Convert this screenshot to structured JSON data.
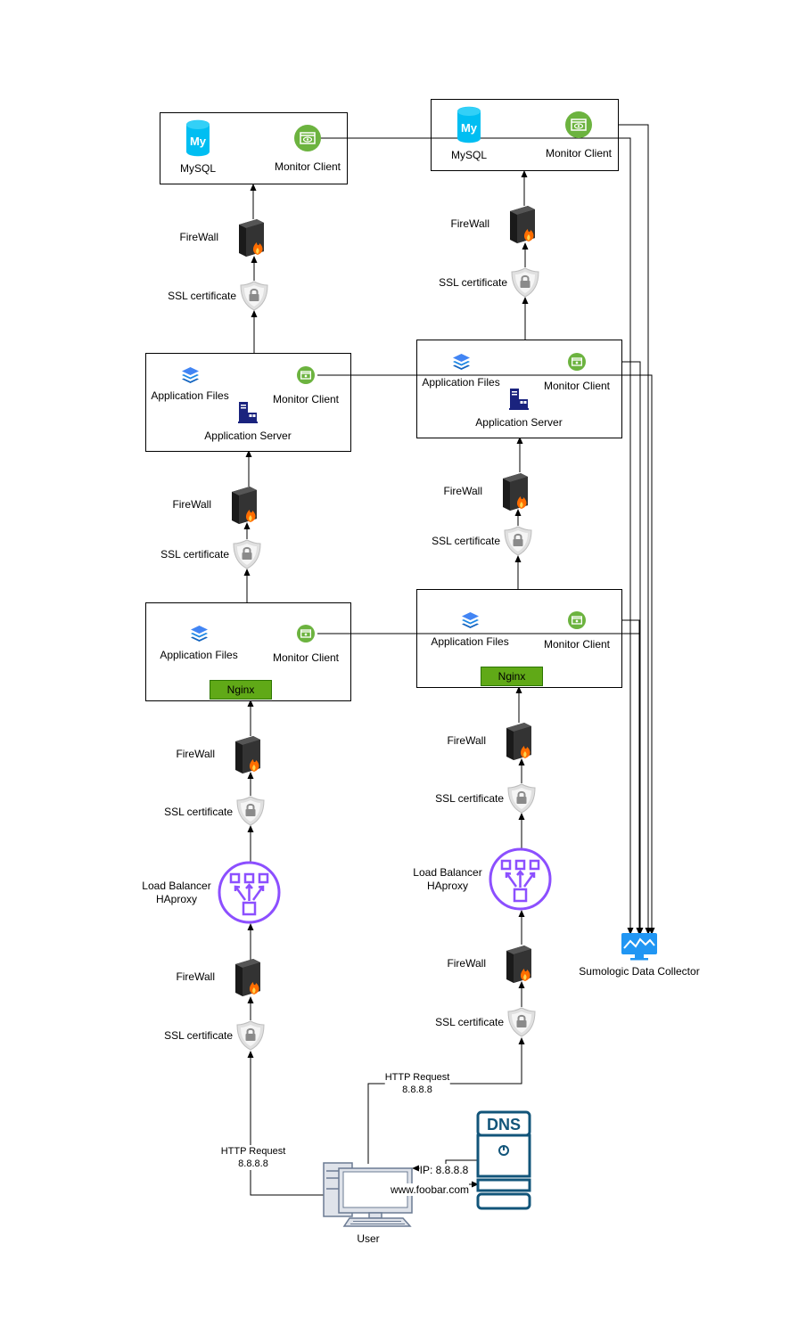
{
  "labels": {
    "mysql": "MySQL",
    "monitor_client": "Monitor Client",
    "firewall": "FireWall",
    "ssl_certificate": "SSL certificate",
    "application_files": "Application Files",
    "application_server": "Application Server",
    "nginx": "Nginx",
    "load_balancer_line1": "Load Balancer",
    "load_balancer_line2": "HAproxy",
    "sumologic": "Sumologic Data Collector",
    "user": "User",
    "http_request": "HTTP Request",
    "http_ip": "8.8.8.8",
    "dns_ip": "IP: 8.8.8.8",
    "dns_domain": "www.foobar.com",
    "dns_icon_text": "DNS"
  },
  "icons": {
    "mysql": "mysql-database-icon",
    "monitor": "monitor-eye-icon",
    "firewall": "firewall-server-icon",
    "ssl": "shield-lock-icon",
    "files": "layers-icon",
    "server": "server-icon",
    "load_balancer": "load-balancer-icon",
    "collector": "monitor-chart-icon",
    "user": "desktop-computer-icon",
    "dns": "dns-server-icon"
  },
  "colors": {
    "mysql": "#00bef2",
    "monitor": "#6cb33f",
    "nginx": "#60a917",
    "load_balancer": "#8c4fff",
    "files": "#4285f4",
    "server": "#1a237e",
    "collector": "#2196f3",
    "dns": "#12557a",
    "firewall_flame": "#ff6d00"
  }
}
